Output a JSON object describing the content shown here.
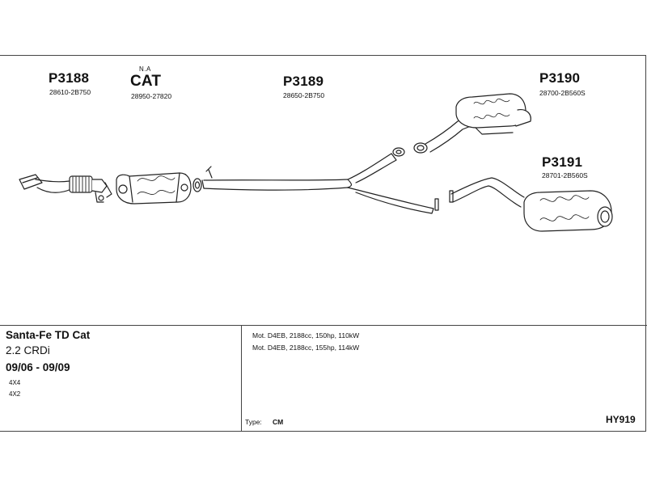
{
  "parts": [
    {
      "code": "P3188",
      "number": "28610-2B750"
    },
    {
      "code": "CAT",
      "note": "N.A",
      "number": "28950-27820"
    },
    {
      "code": "P3189",
      "number": "28650-2B750"
    },
    {
      "code": "P3190",
      "number": "28700-2B560S"
    },
    {
      "code": "P3191",
      "number": "28701-2B560S"
    }
  ],
  "vehicle": {
    "model": "Santa-Fe TD Cat",
    "engine": "2.2 CRDi",
    "years": "09/06 - 09/09",
    "drive": [
      "4X4",
      "4X2"
    ]
  },
  "motors": [
    "Mot. D4EB, 2188cc, 150hp, 110kW",
    "Mot. D4EB, 2188cc, 155hp, 114kW"
  ],
  "type_label": "Type:",
  "type_value": "CM",
  "reference": "HY919"
}
